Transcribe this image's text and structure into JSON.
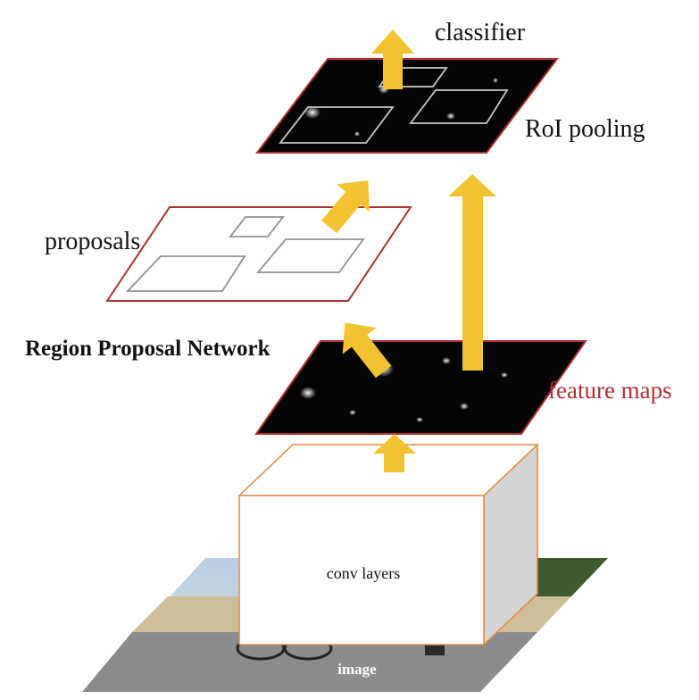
{
  "labels": {
    "classifier": "classifier",
    "roi_pooling": "RoI pooling",
    "proposals": "proposals",
    "rpn": "Region Proposal Network",
    "feature_maps": "feature maps",
    "conv_layers": "conv layers",
    "image": "image"
  },
  "colors": {
    "arrow": "#f2c230",
    "map_fill": "#050505",
    "map_border": "#b03030",
    "proposal_border": "#b03030",
    "box_border": "#e08a40",
    "label_red": "#b03030",
    "box_side": "#d4d4d4"
  }
}
